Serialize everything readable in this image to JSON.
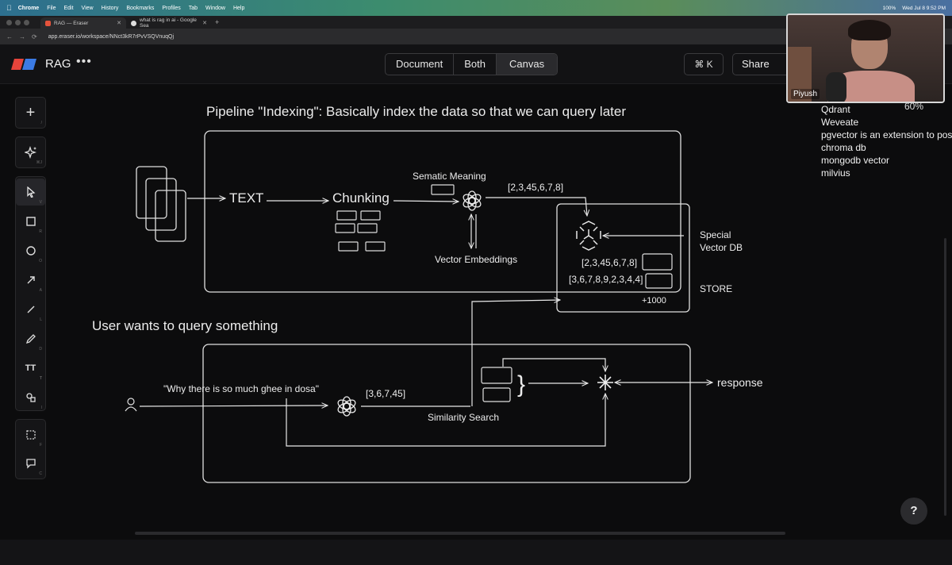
{
  "menubar": {
    "app": "Chrome",
    "items": [
      "File",
      "Edit",
      "View",
      "History",
      "Bookmarks",
      "Profiles",
      "Tab",
      "Window",
      "Help"
    ],
    "battery": "100%",
    "datetime": "Wed Jul 8 9:52 PM"
  },
  "browser": {
    "tabs": [
      {
        "title": "RAG — Eraser"
      },
      {
        "title": "what is rag in ai - Google Sea"
      }
    ],
    "url": "app.eraser.io/workspace/NNct3kR7rPvVSQVnuqQj"
  },
  "app": {
    "title": "RAG",
    "more_label": "•••",
    "view_modes": [
      "Document",
      "Both",
      "Canvas"
    ],
    "active_view": "Canvas",
    "command_label": "⌘ K",
    "share_label": "Share"
  },
  "toolbar": {
    "add": {
      "icon": "plus-icon",
      "key": "/"
    },
    "ai": {
      "icon": "sparkle-icon",
      "key": "⌘J"
    },
    "tools": [
      {
        "name": "select",
        "icon": "cursor-icon",
        "key": "V"
      },
      {
        "name": "rectangle",
        "icon": "square-icon",
        "key": "R"
      },
      {
        "name": "ellipse",
        "icon": "circle-icon",
        "key": "O"
      },
      {
        "name": "arrow",
        "icon": "arrow-icon",
        "key": "A"
      },
      {
        "name": "line",
        "icon": "line-icon",
        "key": "L"
      },
      {
        "name": "pen",
        "icon": "pen-icon",
        "key": "D"
      },
      {
        "name": "text",
        "icon": "text-icon",
        "key": "T"
      },
      {
        "name": "shapes",
        "icon": "shapes-icon",
        "key": "I"
      }
    ],
    "frame": {
      "icon": "frame-icon",
      "key": "F"
    },
    "comment": {
      "icon": "comment-icon",
      "key": "C"
    }
  },
  "canvas": {
    "indexing": {
      "heading": "Pipeline \"Indexing\": Basically index the data so that we can query later",
      "text_label": "TEXT",
      "chunking_label": "Chunking",
      "semantic_label": "Sematic Meaning",
      "vector_array": "[2,3,45,6,7,8]",
      "embeddings_label": "Vector Embeddings",
      "special_db_line1": "Special",
      "special_db_line2": "Vector DB",
      "store_label": "STORE",
      "db_row1": "[2,3,45,6,7,8]",
      "db_row2": "[3,6,7,8,9,2,3,4,4]",
      "db_count": "+1000"
    },
    "query": {
      "heading": "User wants to query something",
      "question": "\"Why there is so much ghee in dosa\"",
      "query_vector": "[3,6,7,45]",
      "similarity_label": "Similarity Search",
      "brace": "}",
      "response_label": "response"
    },
    "side_notes": [
      "Qdrant",
      "Weveate",
      "pgvector is an extension to post",
      "chroma db",
      "mongodb vector",
      "milvius"
    ],
    "zoom": "60%"
  },
  "webcam": {
    "name": "Piyush"
  },
  "help_label": "?"
}
